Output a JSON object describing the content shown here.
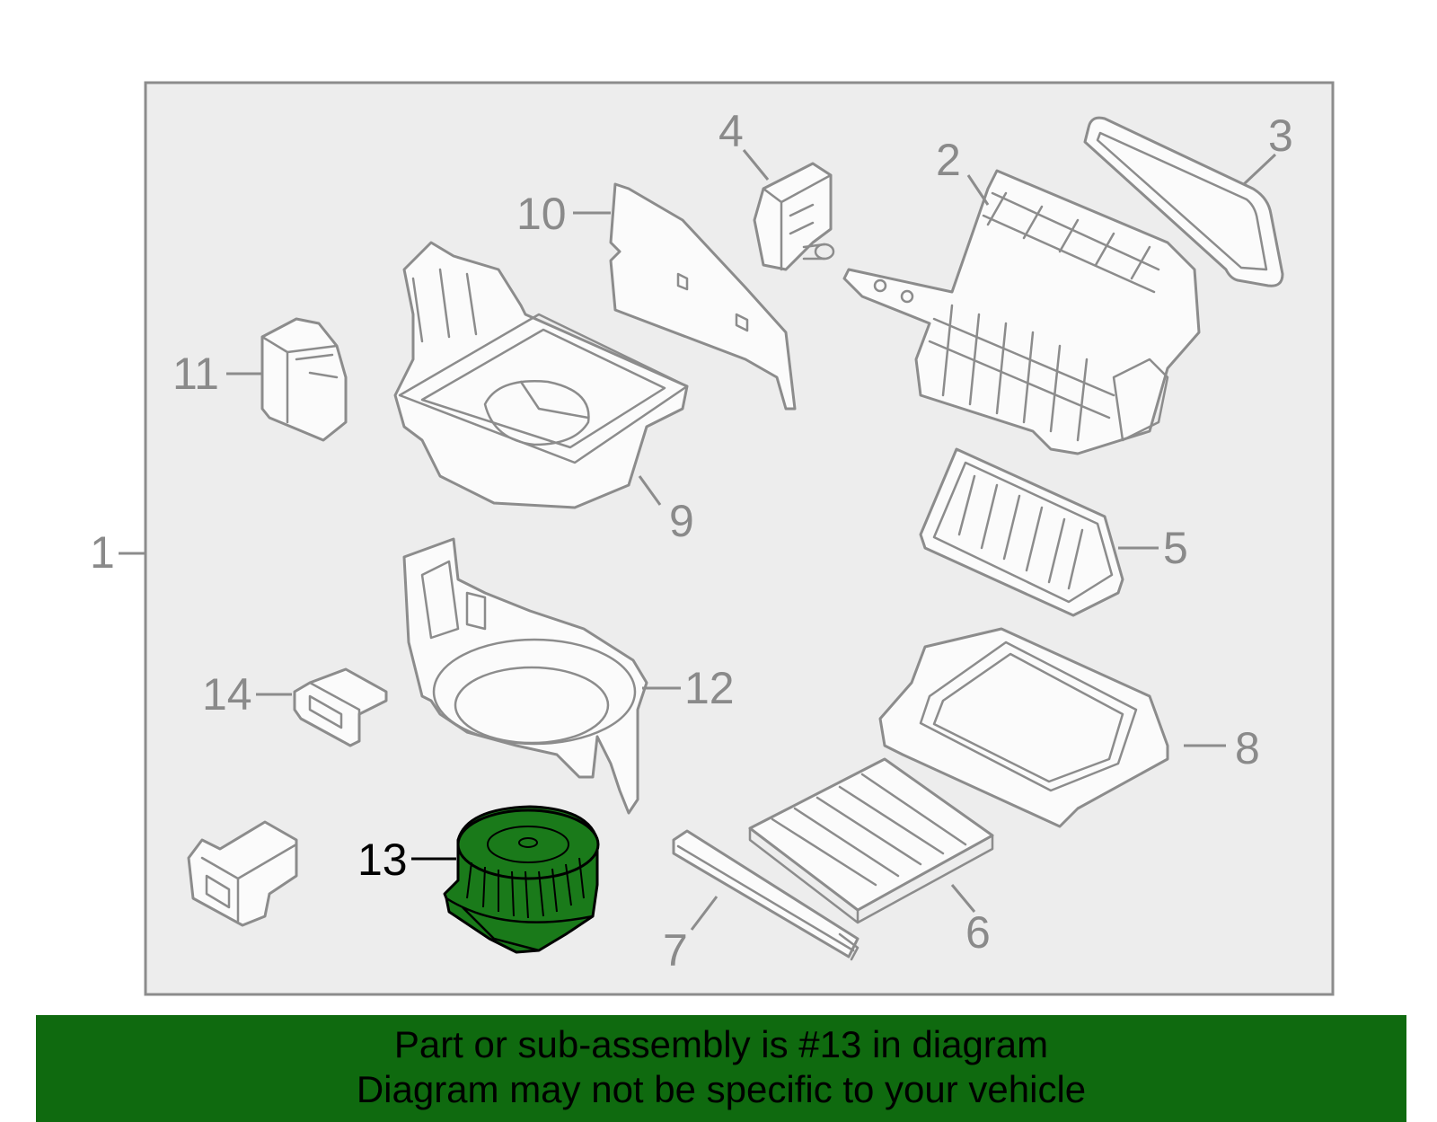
{
  "diagram": {
    "callouts": {
      "c1": "1",
      "c2": "2",
      "c3": "3",
      "c4": "4",
      "c5": "5",
      "c6": "6",
      "c7": "7",
      "c8": "8",
      "c9": "9",
      "c10": "10",
      "c11": "11",
      "c12": "12",
      "c13": "13",
      "c14": "14"
    },
    "highlight_part": "13",
    "colors": {
      "highlight_fill": "#1a7a1a",
      "banner": "#0f6a0f",
      "line": "#8c8c8c",
      "frame_bg": "#ededed"
    }
  },
  "banner": {
    "line1": "Part or sub-assembly is #13 in diagram",
    "line2": "Diagram may not be specific to your vehicle"
  }
}
